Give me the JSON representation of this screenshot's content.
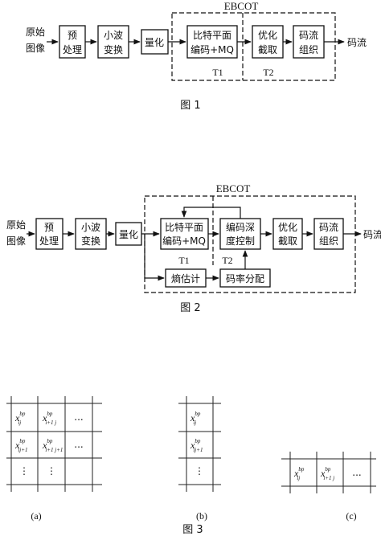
{
  "fig1": {
    "input": [
      "原始",
      "图像"
    ],
    "steps": [
      {
        "id": "pre",
        "lines": [
          "预",
          "处理"
        ]
      },
      {
        "id": "dwt",
        "lines": [
          "小波",
          "变换"
        ]
      },
      {
        "id": "quant",
        "lines": [
          "量化"
        ]
      },
      {
        "id": "bpc",
        "lines": [
          "比特平面",
          "编码+MQ"
        ]
      },
      {
        "id": "trunc",
        "lines": [
          "优化",
          "截取"
        ]
      },
      {
        "id": "org",
        "lines": [
          "码流",
          "组织"
        ]
      }
    ],
    "output": "码流",
    "group_label": "EBCOT",
    "tier_labels": [
      "T1",
      "T2"
    ],
    "caption": "图 1"
  },
  "fig2": {
    "input": [
      "原始",
      "图像"
    ],
    "steps": [
      {
        "id": "pre",
        "lines": [
          "预",
          "处理"
        ]
      },
      {
        "id": "dwt",
        "lines": [
          "小波",
          "变换"
        ]
      },
      {
        "id": "quant",
        "lines": [
          "量化"
        ]
      },
      {
        "id": "bpc",
        "lines": [
          "比特平面",
          "编码+MQ"
        ]
      },
      {
        "id": "depth",
        "lines": [
          "编码深",
          "度控制"
        ]
      },
      {
        "id": "trunc",
        "lines": [
          "优化",
          "截取"
        ]
      },
      {
        "id": "org",
        "lines": [
          "码流",
          "组织"
        ]
      }
    ],
    "entropy": "熵估计",
    "rate_alloc": "码率分配",
    "output": "码流",
    "group_label": "EBCOT",
    "tier_labels": [
      "T1",
      "T2"
    ],
    "caption": "图 2"
  },
  "fig3": {
    "a": {
      "rows": [
        [
          {
            "base": "x",
            "sup": "bp",
            "sub": "ij"
          },
          {
            "base": "x",
            "sup": "bp",
            "sub": "i+1 j"
          },
          {
            "text": "..."
          }
        ],
        [
          {
            "base": "x",
            "sup": "bp",
            "sub": "ij+1"
          },
          {
            "base": "x",
            "sup": "bp",
            "sub": "i+1 j+1"
          },
          {
            "text": "..."
          }
        ],
        [
          {
            "text": "⋮"
          },
          {
            "text": "⋮"
          },
          {
            "text": ""
          }
        ]
      ],
      "label": "(a)"
    },
    "b": {
      "rows": [
        [
          {
            "base": "x",
            "sup": "bp",
            "sub": "ij"
          }
        ],
        [
          {
            "base": "x",
            "sup": "bp",
            "sub": "ij+1"
          }
        ],
        [
          {
            "text": "⋮"
          }
        ]
      ],
      "label": "(b)"
    },
    "c": {
      "rows": [
        [
          {
            "base": "x",
            "sup": "bp",
            "sub": "ij"
          },
          {
            "base": "x",
            "sup": "bp",
            "sub": "i+1 j"
          },
          {
            "text": "..."
          }
        ]
      ],
      "label": "(c)"
    },
    "caption": "图 3"
  }
}
